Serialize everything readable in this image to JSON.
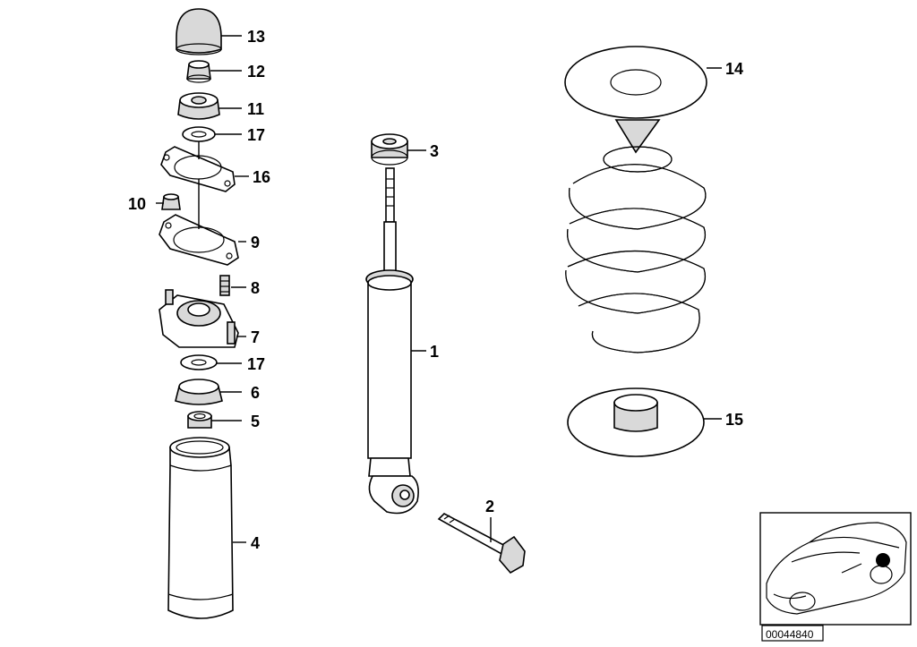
{
  "diagram": {
    "type": "exploded-parts-diagram",
    "subject": "rear shock absorber and coil spring assembly",
    "callouts": [
      {
        "id": "13",
        "label": "13"
      },
      {
        "id": "12",
        "label": "12"
      },
      {
        "id": "11",
        "label": "11"
      },
      {
        "id": "17a",
        "label": "17"
      },
      {
        "id": "16",
        "label": "16"
      },
      {
        "id": "10",
        "label": "10"
      },
      {
        "id": "9",
        "label": "9"
      },
      {
        "id": "8",
        "label": "8"
      },
      {
        "id": "7",
        "label": "7"
      },
      {
        "id": "17b",
        "label": "17"
      },
      {
        "id": "6",
        "label": "6"
      },
      {
        "id": "5",
        "label": "5"
      },
      {
        "id": "4",
        "label": "4"
      },
      {
        "id": "3",
        "label": "3"
      },
      {
        "id": "1",
        "label": "1"
      },
      {
        "id": "2",
        "label": "2"
      },
      {
        "id": "14",
        "label": "14"
      },
      {
        "id": "15",
        "label": "15"
      }
    ],
    "reference_number": "00044840",
    "inset": {
      "icon": "car-location-icon"
    }
  }
}
